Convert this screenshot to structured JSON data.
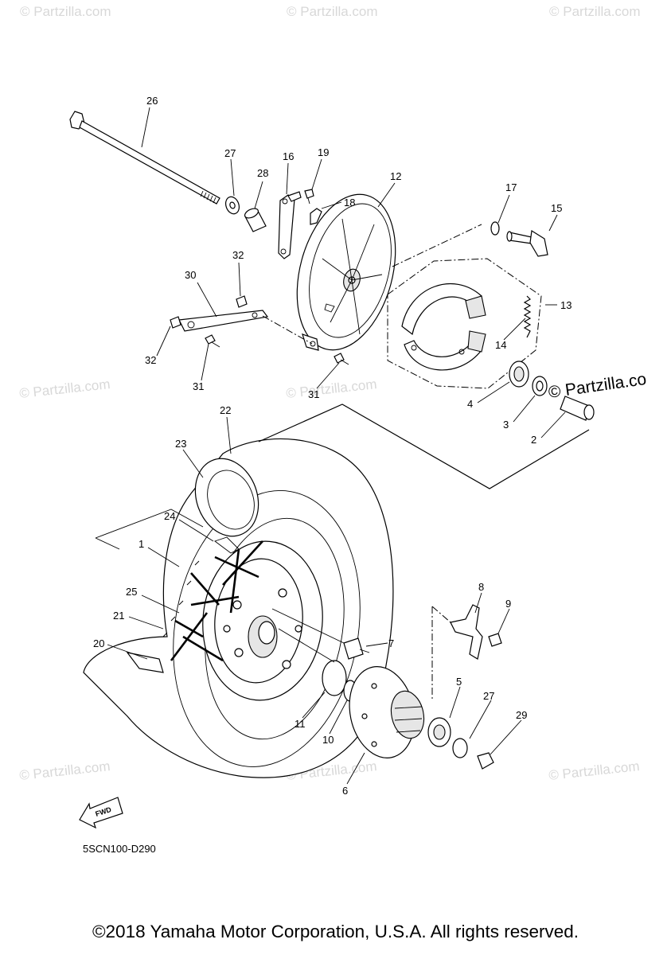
{
  "diagram": {
    "code": "5SCN100-D290",
    "fwd_label": "FWD",
    "copyright": "©2018 Yamaha Motor Corporation, U.S.A. All rights reserved.",
    "watermark": "© Partzilla.com",
    "watermark_dark": "© Partzilla.co",
    "callouts": [
      "26",
      "27",
      "28",
      "16",
      "19",
      "18",
      "12",
      "17",
      "15",
      "13",
      "14",
      "32",
      "30",
      "32",
      "31",
      "31",
      "4",
      "3",
      "2",
      "22",
      "23",
      "24",
      "1",
      "25",
      "21",
      "20",
      "8",
      "9",
      "7",
      "5",
      "27",
      "29",
      "11",
      "10",
      "6"
    ]
  }
}
